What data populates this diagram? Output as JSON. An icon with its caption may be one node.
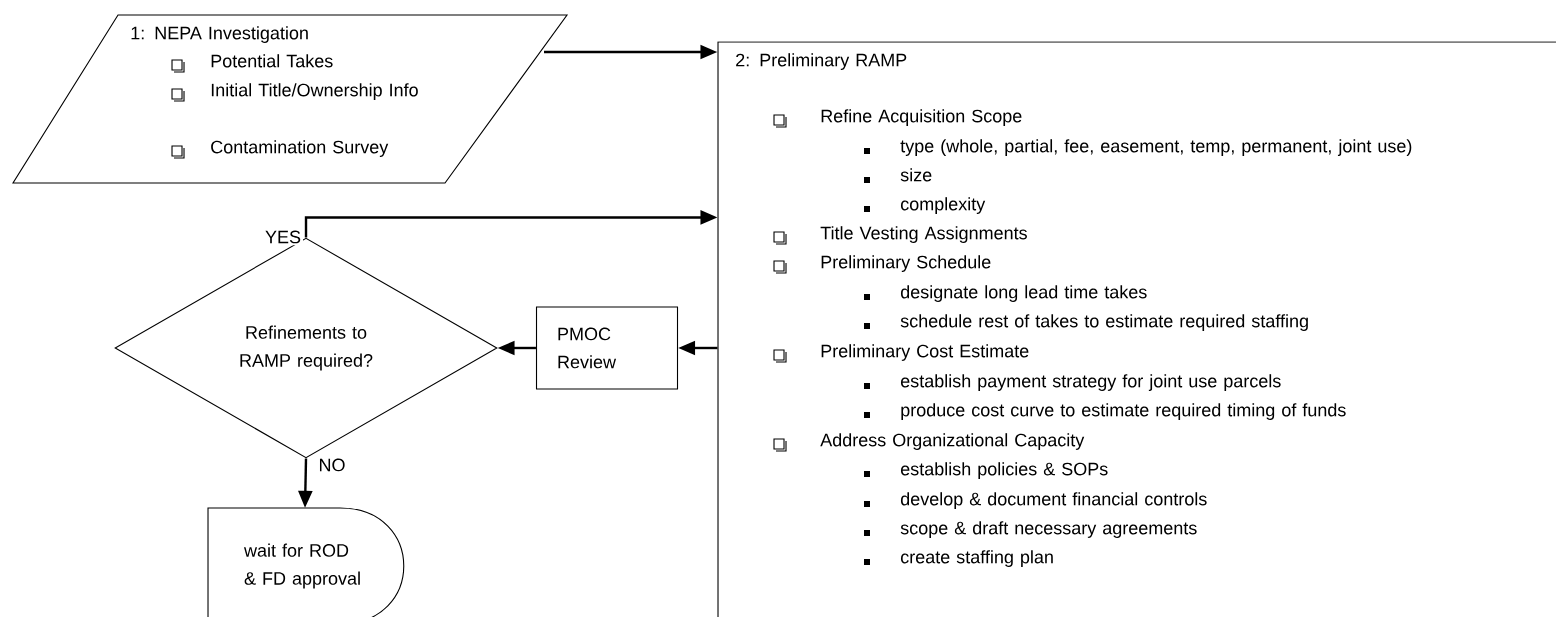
{
  "diagram": {
    "nodes": [
      {
        "text": [
          "1:  NEPA Investigation",
          "Potential Takes",
          "Initial Title/Ownership Info",
          "Contamination Survey"
        ]
      },
      {
        "text": [
          "2: Preliminary RAMP",
          "Refine Acquisition Scope",
          "type (whole, partial, fee, easement, temp, permanent, joint use)",
          "size",
          "complexity",
          "Title Vesting Assignments",
          "Preliminary Schedule",
          "designate long lead time takes",
          "schedule rest of takes to estimate required staffing",
          "Preliminary Cost Estimate",
          "establish payment strategy for joint use parcels",
          "produce cost curve to estimate required timing of funds",
          "Address Organizational Capacity",
          "establish policies & SOPs",
          "develop & document financial controls",
          "scope & draft necessary agreements",
          "create staffing plan"
        ]
      },
      {
        "text": [
          "PMOC Review"
        ]
      },
      {
        "text": [
          "Refinements to RAMP required?"
        ]
      },
      {
        "text": [
          "wait for ROD & FD approval"
        ]
      }
    ],
    "edges": [
      {
        "from": 0,
        "to": 1,
        "arrow": "to"
      },
      {
        "from": 3,
        "to": 1,
        "arrow": "to",
        "label": "YES"
      },
      {
        "from": 1,
        "to": 2,
        "arrow": "to"
      },
      {
        "from": 2,
        "to": 3,
        "arrow": "to"
      },
      {
        "from": 3,
        "to": 4,
        "arrow": "to",
        "label": "NO"
      }
    ]
  }
}
